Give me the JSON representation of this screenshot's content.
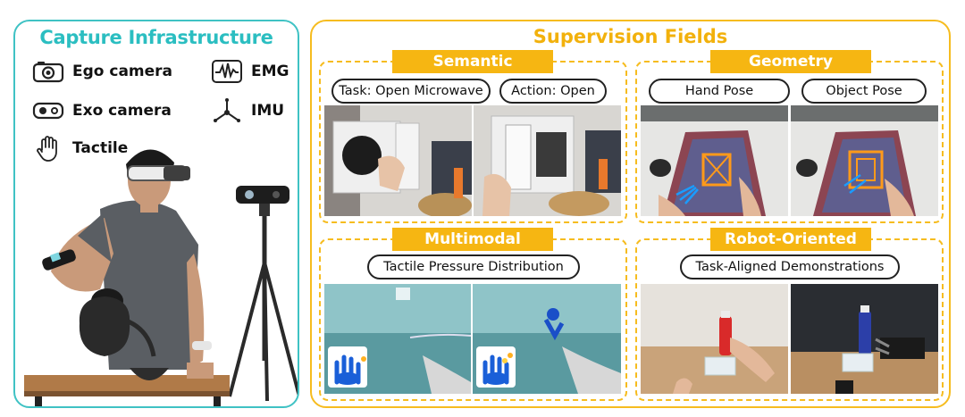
{
  "capture": {
    "title": "Capture Infrastructure",
    "items": [
      {
        "label": "Ego camera",
        "icon": "camera-icon"
      },
      {
        "label": "EMG",
        "icon": "emg-wave-icon"
      },
      {
        "label": "Exo camera",
        "icon": "exo-camera-icon"
      },
      {
        "label": "IMU",
        "icon": "imu-axes-icon"
      },
      {
        "label": "Tactile",
        "icon": "hand-icon"
      }
    ]
  },
  "supervision": {
    "title": "Supervision Fields",
    "semantic": {
      "tag": "Semantic",
      "pill_left": "Task: Open Microwave",
      "pill_right": "Action: Open"
    },
    "geometry": {
      "tag": "Geometry",
      "pill_left": "Hand Pose",
      "pill_right": "Object Pose"
    },
    "multimodal": {
      "tag": "Multimodal",
      "pill": "Tactile Pressure Distribution"
    },
    "robot": {
      "tag": "Robot-Oriented",
      "pill": "Task-Aligned Demonstrations"
    }
  },
  "colors": {
    "teal": "#3fc2c4",
    "gold": "#f6bc1f",
    "tag_fill": "#f6b612"
  }
}
